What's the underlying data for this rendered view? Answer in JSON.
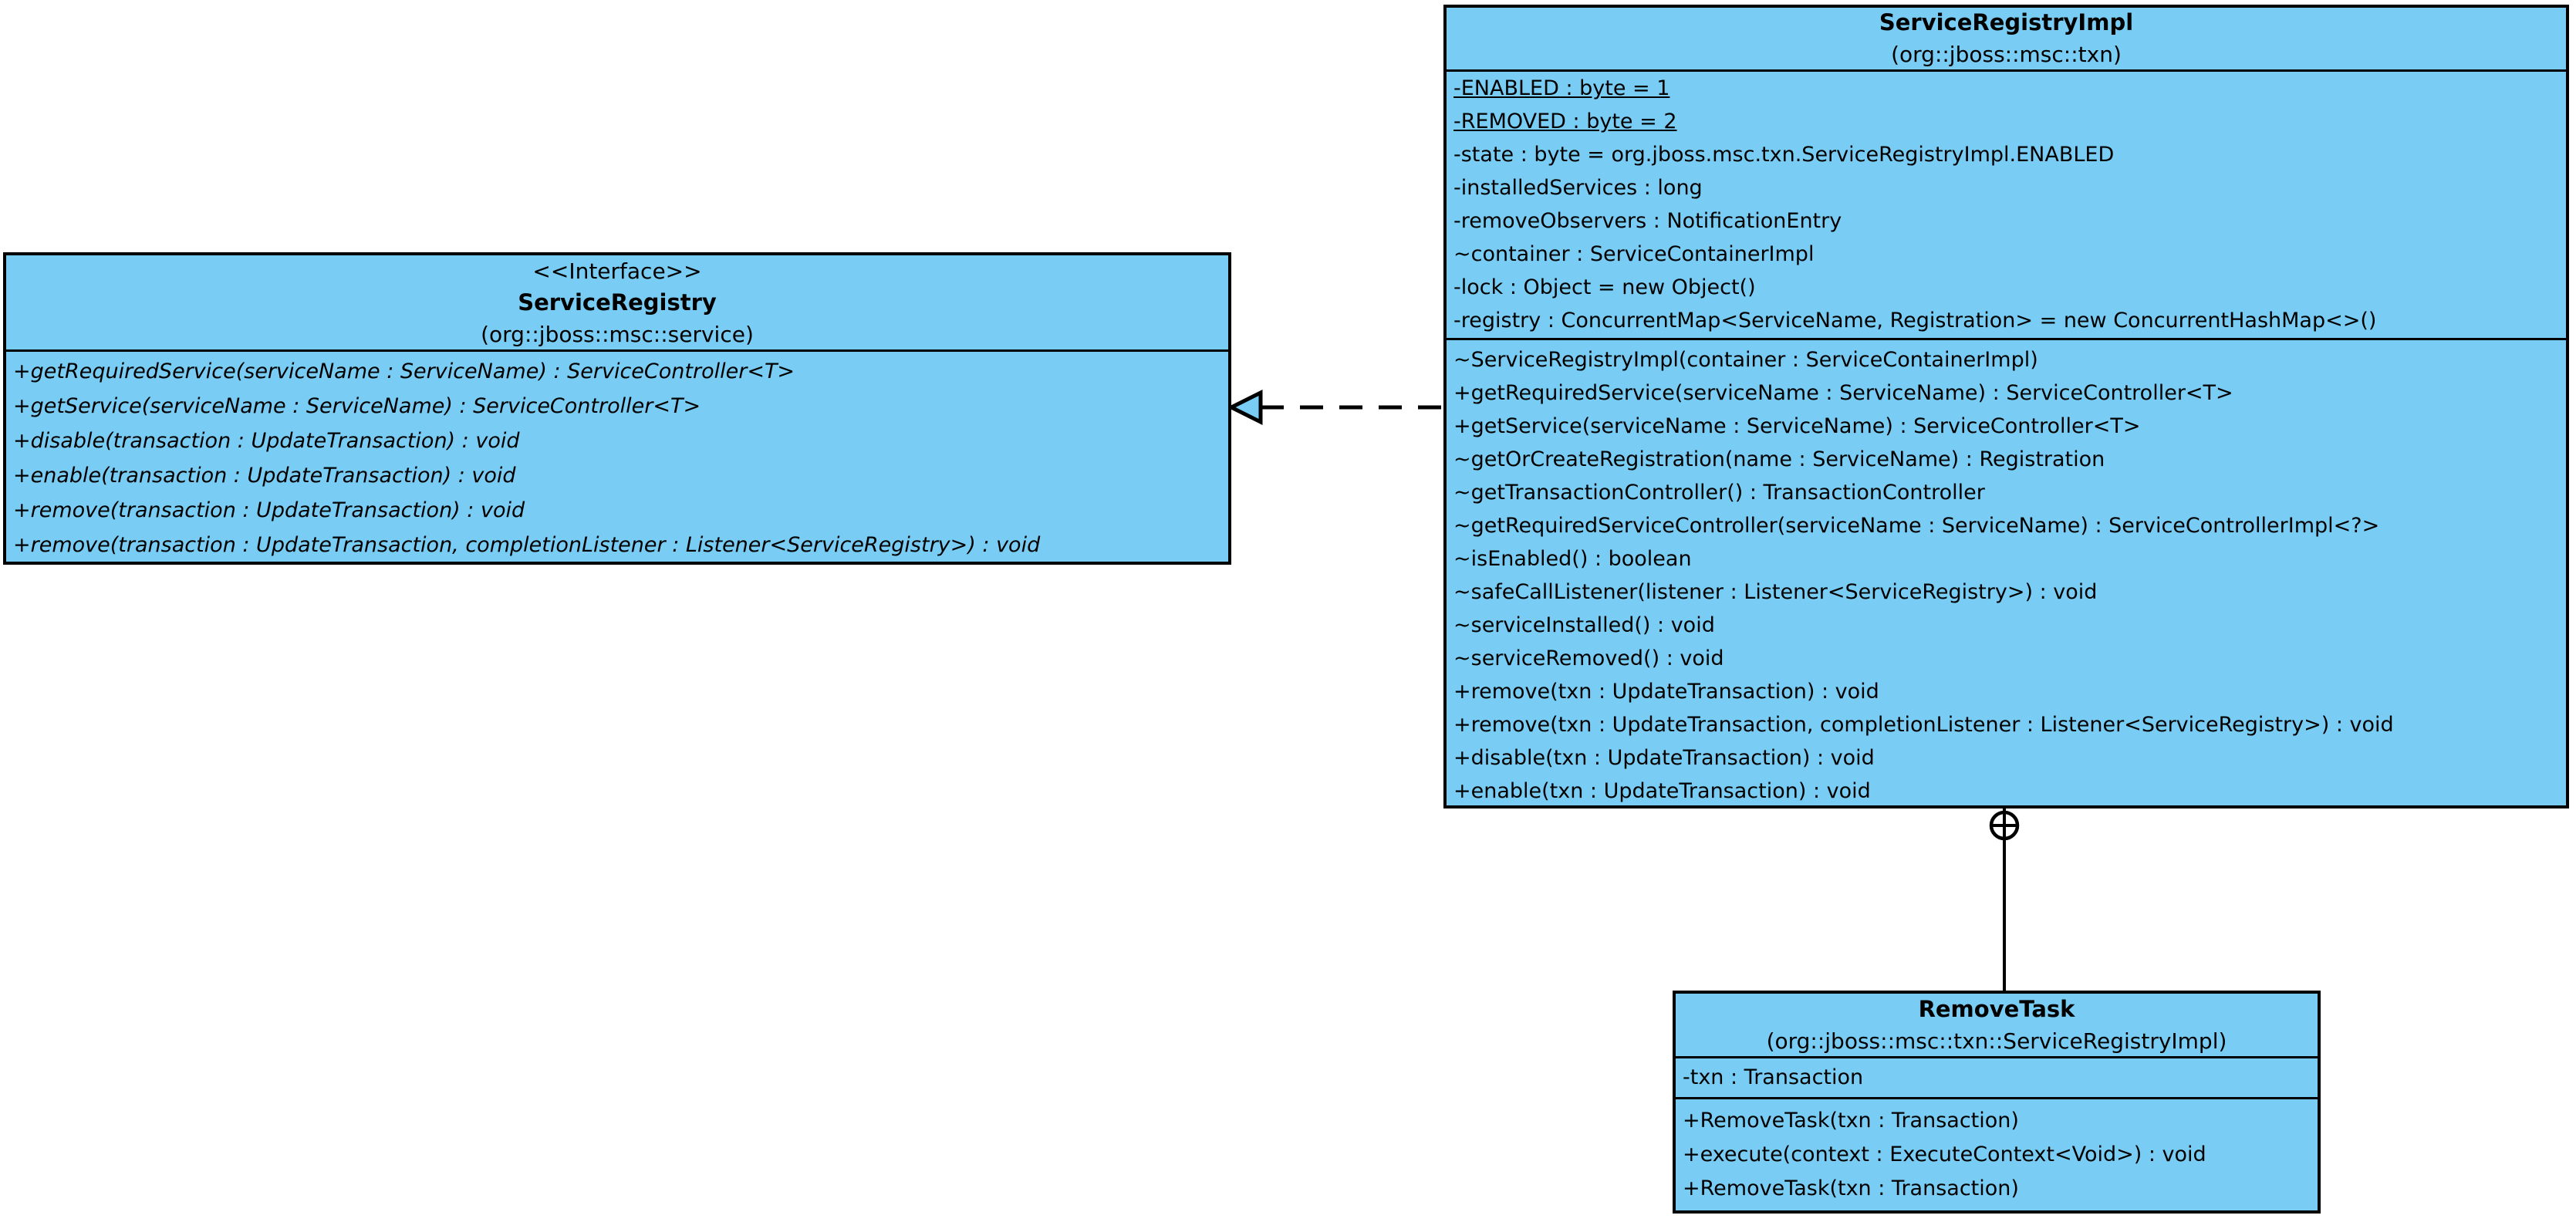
{
  "colors": {
    "fill": "#79CDF4",
    "border": "#000000",
    "background": "#ffffff"
  },
  "interface_box": {
    "stereotype": "<<Interface>>",
    "name": "ServiceRegistry",
    "package": "(org::jboss::msc::service)",
    "methods": [
      "+getRequiredService(serviceName : ServiceName) : ServiceController<T>",
      "+getService(serviceName : ServiceName) : ServiceController<T>",
      "+disable(transaction : UpdateTransaction) : void",
      "+enable(transaction : UpdateTransaction) : void",
      "+remove(transaction : UpdateTransaction) : void",
      "+remove(transaction : UpdateTransaction, completionListener : Listener<ServiceRegistry>) : void"
    ]
  },
  "impl_box": {
    "name": "ServiceRegistryImpl",
    "package": "(org::jboss::msc::txn)",
    "static_attributes": [
      "-ENABLED : byte = 1",
      "-REMOVED : byte = 2"
    ],
    "attributes": [
      "-state : byte = org.jboss.msc.txn.ServiceRegistryImpl.ENABLED",
      "-installedServices : long",
      "-removeObservers : NotificationEntry",
      "~container : ServiceContainerImpl",
      "-lock : Object = new Object()",
      "-registry : ConcurrentMap<ServiceName, Registration> = new ConcurrentHashMap<>()"
    ],
    "methods": [
      "~ServiceRegistryImpl(container : ServiceContainerImpl)",
      "+getRequiredService(serviceName : ServiceName) : ServiceController<T>",
      "+getService(serviceName : ServiceName) : ServiceController<T>",
      "~getOrCreateRegistration(name : ServiceName) : Registration",
      "~getTransactionController() : TransactionController",
      "~getRequiredServiceController(serviceName : ServiceName) : ServiceControllerImpl<?>",
      "~isEnabled() : boolean",
      "~safeCallListener(listener : Listener<ServiceRegistry>) : void",
      "~serviceInstalled() : void",
      "~serviceRemoved() : void",
      "+remove(txn : UpdateTransaction) : void",
      "+remove(txn : UpdateTransaction, completionListener : Listener<ServiceRegistry>) : void",
      "+disable(txn : UpdateTransaction) : void",
      "+enable(txn : UpdateTransaction) : void"
    ]
  },
  "nested_box": {
    "name": "RemoveTask",
    "package": "(org::jboss::msc::txn::ServiceRegistryImpl)",
    "attributes": [
      "-txn : Transaction"
    ],
    "methods": [
      "+RemoveTask(txn : Transaction)",
      "+execute(context : ExecuteContext<Void>) : void",
      "+RemoveTask(txn : Transaction)"
    ]
  }
}
